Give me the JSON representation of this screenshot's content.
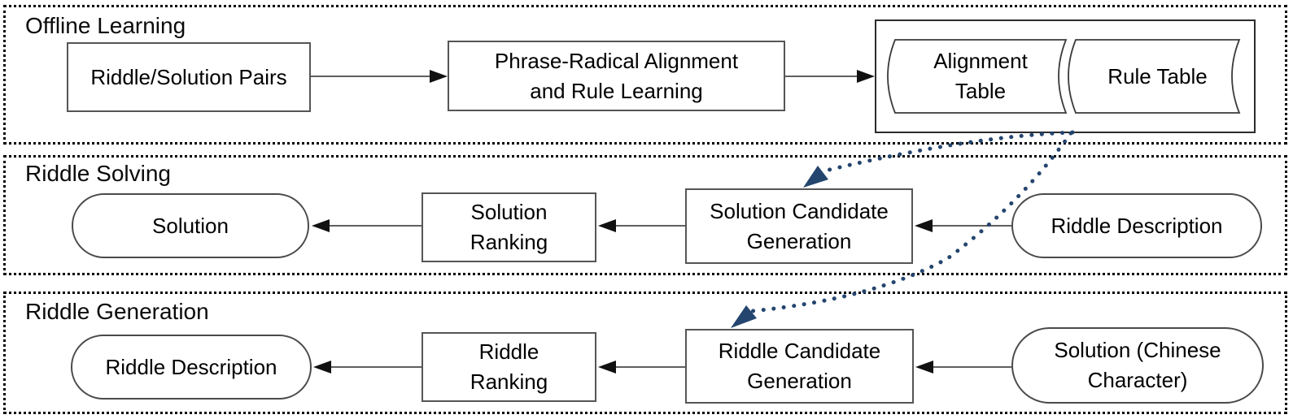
{
  "sections": {
    "offline": {
      "label": "Offline Learning"
    },
    "solving": {
      "label": "Riddle Solving"
    },
    "generation": {
      "label": "Riddle Generation"
    }
  },
  "nodes": {
    "riddle_solution_pairs": {
      "label": "Riddle/Solution Pairs"
    },
    "phrase_radical": {
      "line1": "Phrase-Radical Alignment",
      "line2": "and Rule Learning"
    },
    "alignment_table": {
      "line1": "Alignment",
      "line2": "Table"
    },
    "rule_table": {
      "label": "Rule Table"
    },
    "solution_output": {
      "label": "Solution"
    },
    "solution_ranking": {
      "line1": "Solution",
      "line2": "Ranking"
    },
    "solution_candidate": {
      "line1": "Solution Candidate",
      "line2": "Generation"
    },
    "riddle_description_input": {
      "label": "Riddle Description"
    },
    "riddle_description_output": {
      "label": "Riddle Description"
    },
    "riddle_ranking": {
      "line1": "Riddle",
      "line2": "Ranking"
    },
    "riddle_candidate": {
      "line1": "Riddle Candidate",
      "line2": "Generation"
    },
    "solution_chinese": {
      "line1": "Solution (Chinese",
      "line2": "Character)"
    }
  },
  "colors": {
    "dotted_arrow": "#24456e",
    "connector": "#5f5f5f",
    "arrowhead": "#111111",
    "box_border": "#555555"
  }
}
